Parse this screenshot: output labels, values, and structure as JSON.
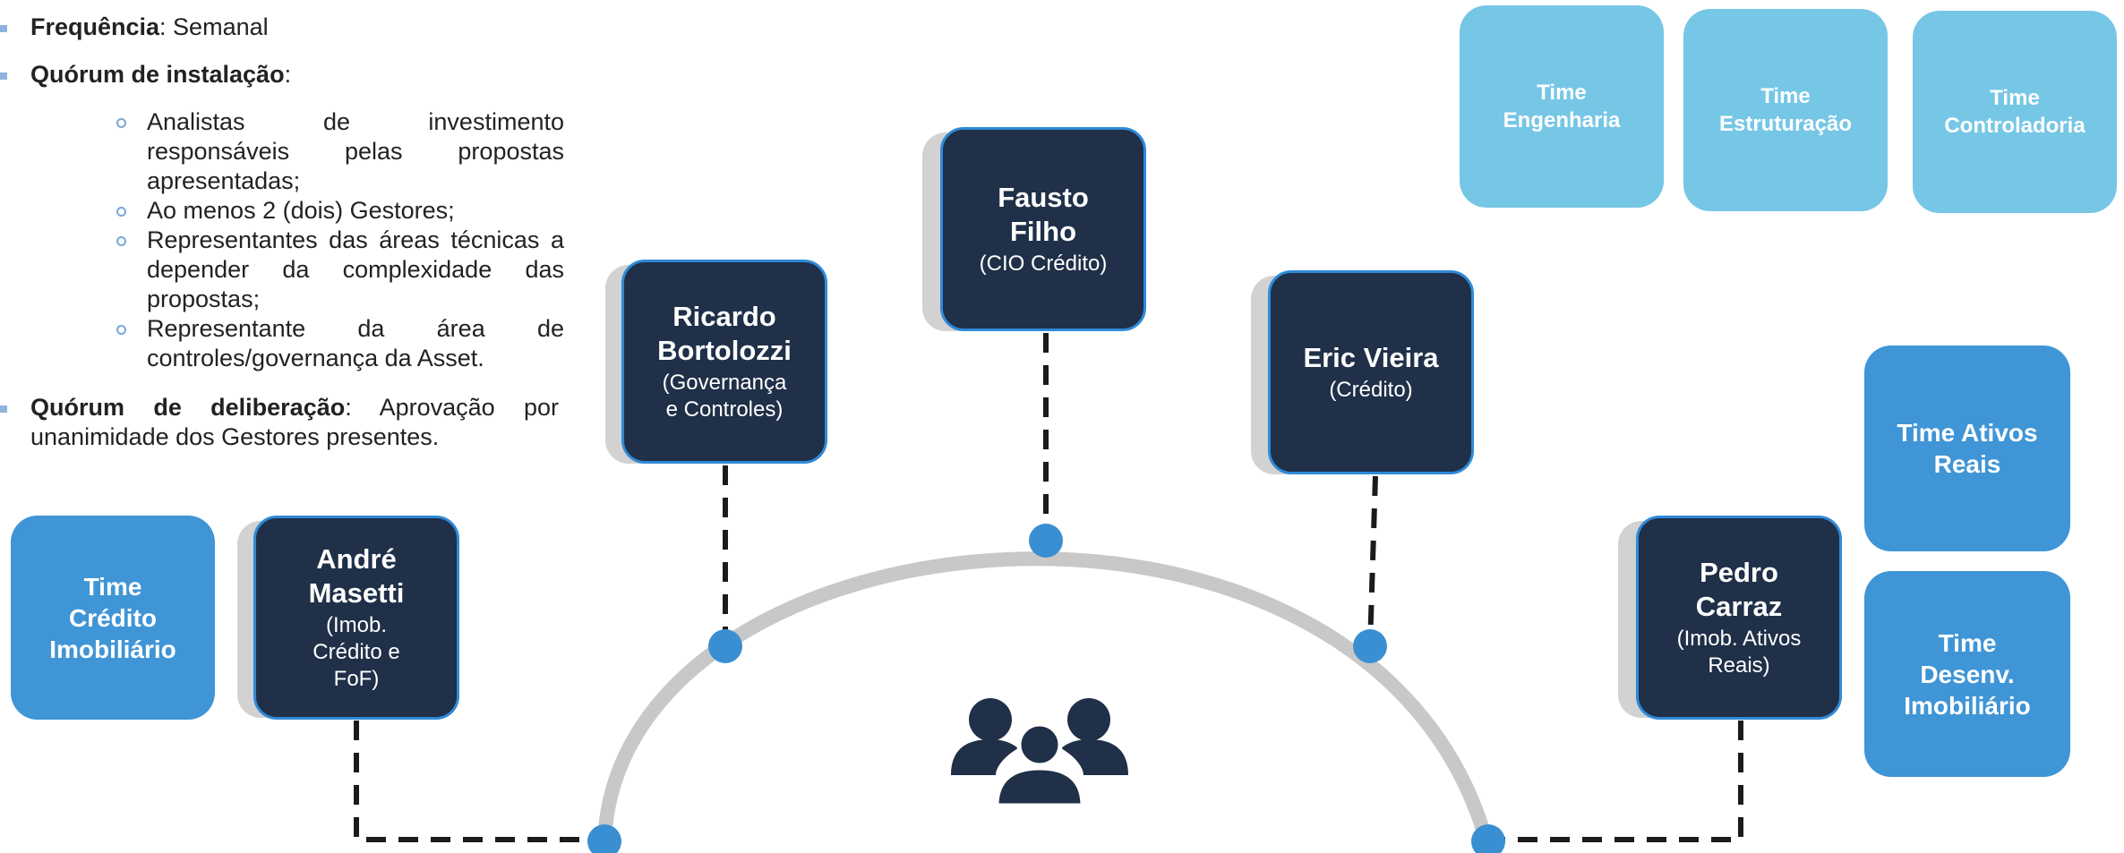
{
  "bullets": {
    "frequencia": {
      "label": "Frequência",
      "value": ": Semanal"
    },
    "quorum_instalacao": {
      "label": "Quórum de instalação",
      "suffix": ":",
      "items": [
        "Analistas de investimento responsáveis pelas propostas apresentadas;",
        "Ao menos 2 (dois) Gestores;",
        "Representantes das áreas técnicas a depender da complexidade das propostas;",
        "Representante da área de controles/governança da Asset."
      ]
    },
    "quorum_deliberacao": {
      "label": "Quórum de deliberação",
      "value": ": Aprovação por unanimidade dos Gestores presentes."
    }
  },
  "people": [
    {
      "id": "andre",
      "name": "André\nMasetti",
      "role": "(Imob.\nCrédito e\nFoF)"
    },
    {
      "id": "ricardo",
      "name": "Ricardo\nBortolozzi",
      "role": "(Governança\ne Controles)"
    },
    {
      "id": "fausto",
      "name": "Fausto\nFilho",
      "role": "(CIO Crédito)"
    },
    {
      "id": "eric",
      "name": "Eric Vieira",
      "role": "(Crédito)"
    },
    {
      "id": "pedro",
      "name": "Pedro\nCarraz",
      "role": "(Imob. Ativos\nReais)"
    }
  ],
  "teams": [
    {
      "id": "engenharia",
      "label": "Time\nEngenharia"
    },
    {
      "id": "estruturacao",
      "label": "Time\nEstruturação"
    },
    {
      "id": "controladoria",
      "label": "Time\nControladoria"
    },
    {
      "id": "ativos-reais",
      "label": "Time Ativos\nReais"
    },
    {
      "id": "desenv-imobiliario",
      "label": "Time\nDesenv.\nImobiliário"
    },
    {
      "id": "credito-imobiliario",
      "label": "Time\nCrédito\nImobiliário"
    }
  ],
  "colors": {
    "card_fill": "#1f3048",
    "card_border": "#2f8ad8",
    "card_shadow": "#d2d2d2",
    "team_light": "#76c6e6",
    "team_mid": "#3f95d6",
    "arc": "#c8c8c8",
    "node": "#3a8fd2",
    "connector": "#1b1b1b"
  },
  "center_icon": "group-of-people-icon"
}
